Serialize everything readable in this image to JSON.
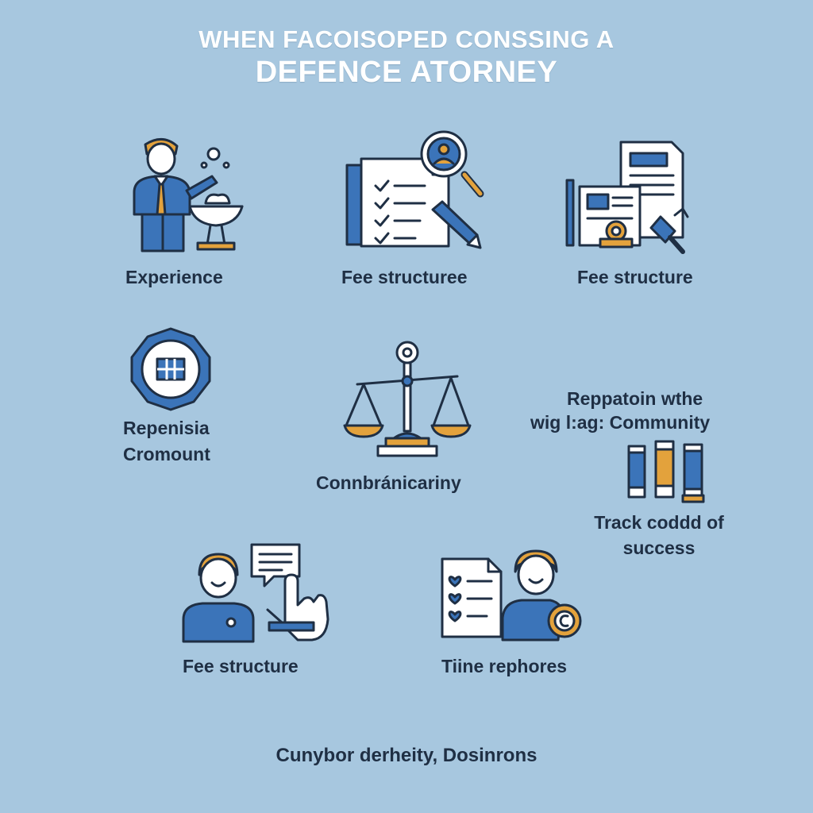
{
  "title": {
    "line1": "WHEN FACOISOPED CONSSING A",
    "line2": "DEFENCE ATORNEY"
  },
  "items": [
    {
      "label": "Experience",
      "icon": "lawyer-at-podium-icon"
    },
    {
      "label": "Fee structuree",
      "icon": "checklist-magnifier-icon"
    },
    {
      "label": "Fee structure",
      "icon": "documents-certificate-icon"
    },
    {
      "label_line1": "Repenisia",
      "label_line2": "Cromount",
      "icon": "badge-octagon-icon"
    },
    {
      "label": "Connbránicariny",
      "icon": "scales-of-justice-icon"
    },
    {
      "label_line1": "Reppatoin wthe",
      "label_line2": "wig l:ag: Community",
      "icon": "books-icon"
    },
    {
      "label_line1": "Track coddd of",
      "label_line2": "success"
    },
    {
      "label": "Fee structure",
      "icon": "person-chat-icon"
    },
    {
      "label": "Tiine rephores",
      "icon": "person-checklist-icon"
    }
  ],
  "footer": "Cunybor derheity, Dosinrons",
  "colors": {
    "background": "#a7c7df",
    "blue": "#3b74b9",
    "orange": "#e3a23c",
    "outline": "#1f2f44",
    "white": "#ffffff"
  }
}
